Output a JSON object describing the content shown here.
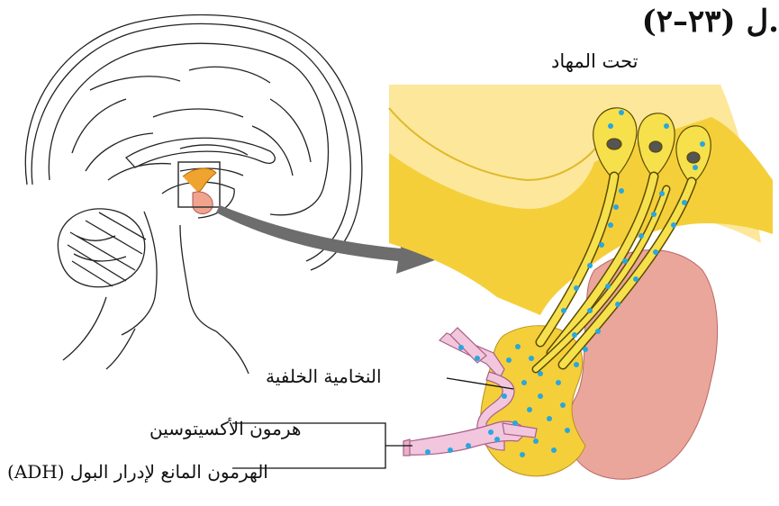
{
  "figure": {
    "caption_ref": "ل (٢٣–٢).",
    "labels": {
      "hypothalamus": "تحت المهاد",
      "posterior_pituitary": "النخامية الخلفية",
      "oxytocin": "هرمون الأكسيتوسين",
      "adh": "الهرمون المانع لإدرار البول (ADH)"
    }
  },
  "colors": {
    "hypothalamus_fill": "#fde79a",
    "tissue_yellow": "#f4cf3a",
    "axon_yellow": "#f6e04c",
    "anterior_pituitary": "#eaa69a",
    "blood_vessel": "#f2c6dc",
    "hormone_dots": "#27a7e0",
    "arrow_gray": "#6d6d6d",
    "brain_highlight": "#f0a430"
  }
}
